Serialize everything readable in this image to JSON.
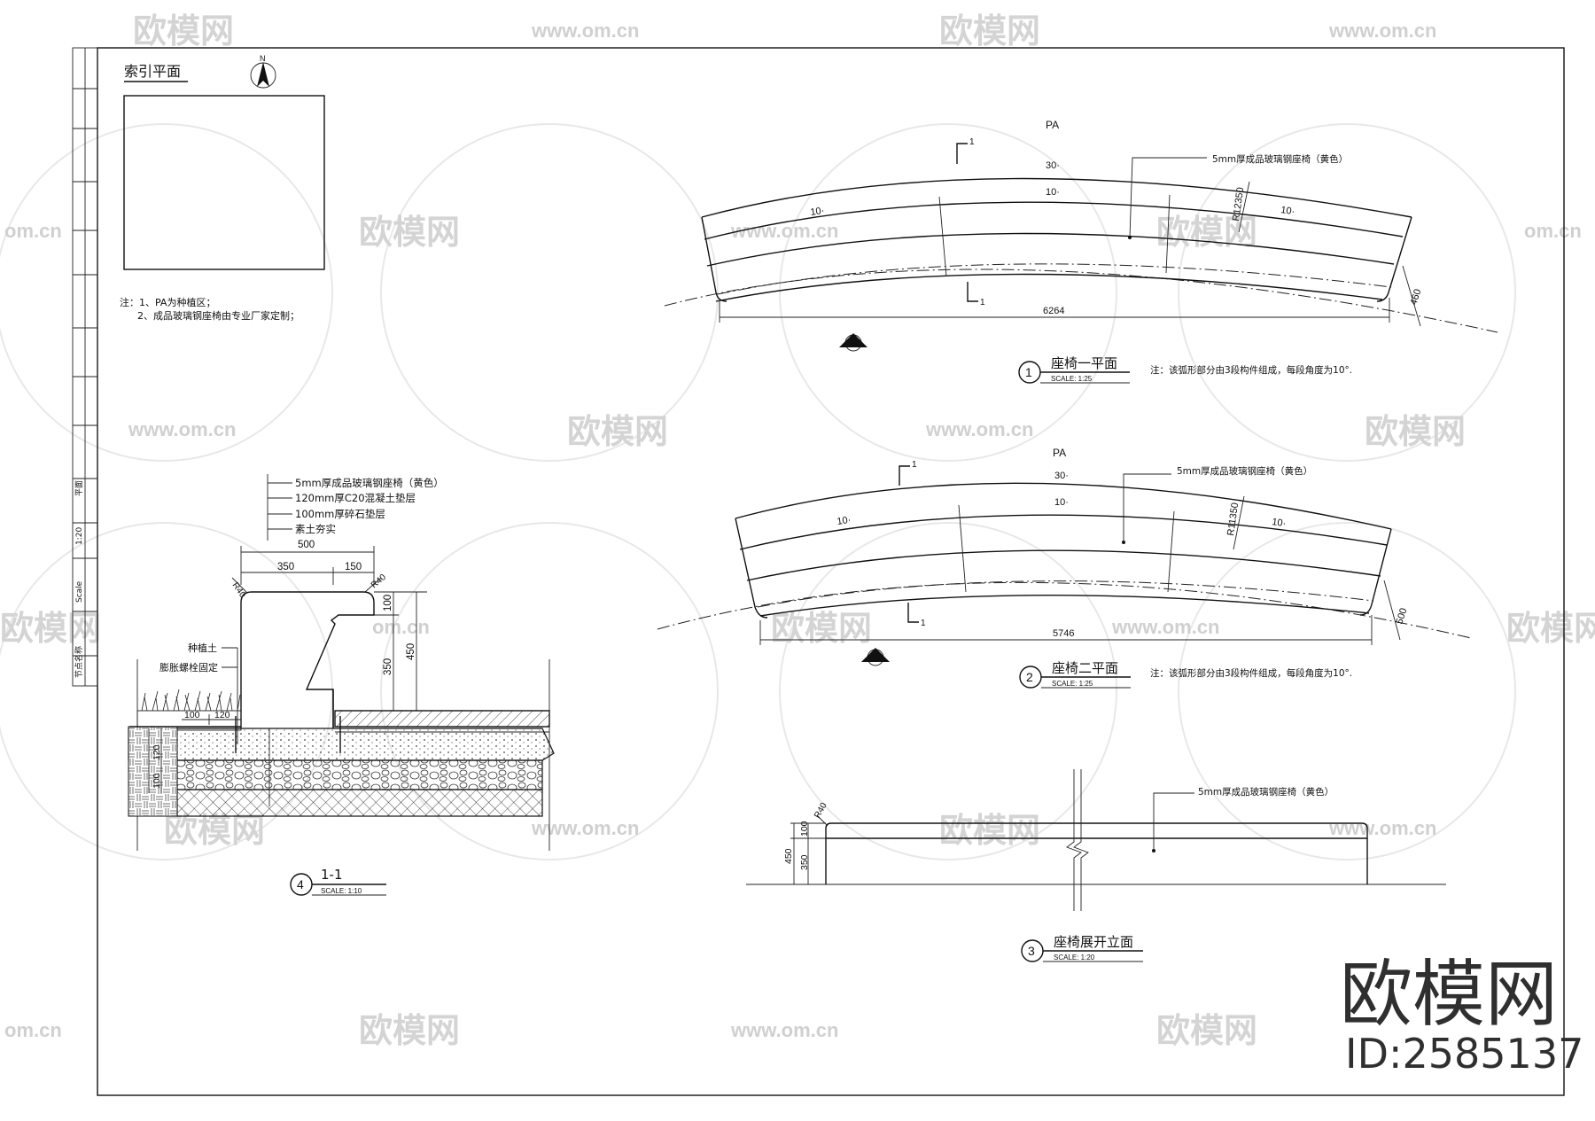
{
  "title_block": {
    "vertical_texts": [
      "平面",
      "1:20",
      "Scale",
      "节点名称"
    ]
  },
  "index_plan": {
    "title": "索引平面",
    "north_label": "N",
    "notes": [
      "注：1、PA为种植区；",
      "2、成品玻璃钢座椅由专业厂家定制；"
    ]
  },
  "plan1": {
    "pa_label": "PA",
    "section_mark": "1",
    "angles": [
      "30·",
      "10·",
      "10·",
      "10·"
    ],
    "leader": "5mm厚成品玻璃钢座椅（黄色）",
    "radius": "R12350",
    "width_dim": "6264",
    "depth_dim": "460",
    "elev_mark": "3",
    "title": "座椅一平面",
    "number": "1",
    "scale": "SCALE:    1:25",
    "note": "注：该弧形部分由3段构件组成，每段角度为10°."
  },
  "plan2": {
    "pa_label": "PA",
    "section_mark": "1",
    "angles": [
      "30·",
      "10·",
      "10·",
      "10·"
    ],
    "leader": "5mm厚成品玻璃钢座椅（黄色）",
    "radius": "R11350",
    "width_dim": "5746",
    "depth_dim": "500",
    "elev_mark": "3",
    "title": "座椅二平面",
    "number": "2",
    "scale": "SCALE:    1:25",
    "note": "注：该弧形部分由3段构件组成，每段角度为10°."
  },
  "elevation": {
    "leader": "5mm厚成品玻璃钢座椅（黄色）",
    "radius": "R40",
    "dims": [
      "100",
      "350",
      "450"
    ],
    "title": "座椅展开立面",
    "number": "3",
    "scale": "SCALE:    1:20"
  },
  "section": {
    "layers": [
      "5mm厚成品玻璃钢座椅（黄色）",
      "120mm厚C20混凝土垫层",
      "100mm厚碎石垫层",
      "素土夯实"
    ],
    "dim_total": "500",
    "dim_350": "350",
    "dim_150": "150",
    "radius_left": "R40",
    "radius_right": "R40",
    "dim_100_right": "100",
    "dim_350_right": "350",
    "dim_450": "450",
    "side_labels": [
      "种植土",
      "膨胀螺栓固定"
    ],
    "bottom_dims": [
      "100",
      "120"
    ],
    "left_dims": [
      "120",
      "100"
    ],
    "title": "1-1",
    "number": "4",
    "scale": "SCALE:    1:10"
  },
  "watermarks": {
    "brand": "欧模网",
    "url": "www.om.cn",
    "url_short": "om.cn",
    "id_label": "ID:2585137"
  }
}
